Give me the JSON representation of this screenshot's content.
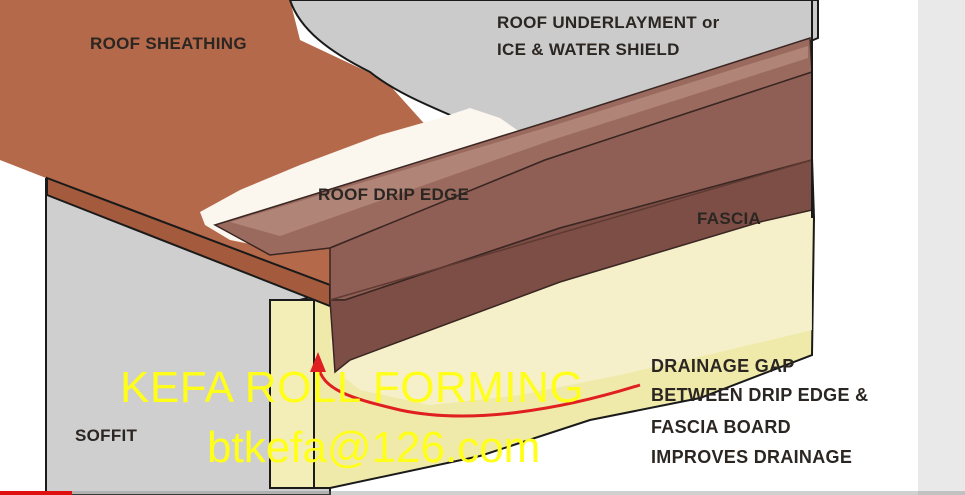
{
  "labels": {
    "roof_sheathing": "ROOF SHEATHING",
    "underlayment_line1": "ROOF UNDERLAYMENT or",
    "underlayment_line2": "ICE & WATER SHIELD",
    "drip_edge": "ROOF DRIP EDGE",
    "fascia": "FASCIA",
    "soffit": "SOFFIT",
    "drainage_line1": "DRAINAGE GAP",
    "drainage_line2": "BETWEEN DRIP EDGE &",
    "drainage_line3": "FASCIA BOARD",
    "drainage_line4": "IMPROVES DRAINAGE"
  },
  "watermark": {
    "title": "KEFA ROLL FORMING",
    "email": "btkefa@126.com"
  },
  "colors": {
    "sheathing": "#b4694a",
    "underlayment": "#cbcbcb",
    "drip_edge": "#8f5e54",
    "fascia": "#f0eaaa",
    "soffit": "#cfcfcf",
    "arrow": "#e02020",
    "watermark": "#ffff1a"
  },
  "video": {
    "progress": 0.075
  }
}
